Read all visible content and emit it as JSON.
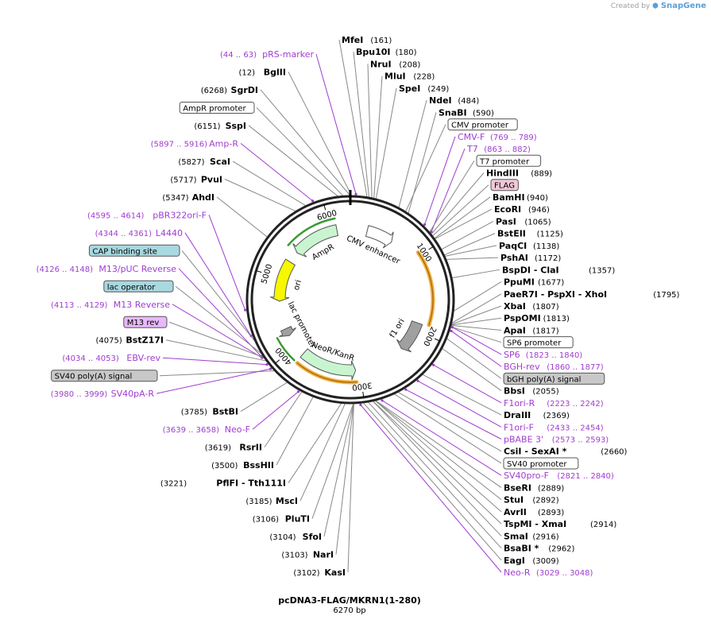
{
  "brand": {
    "created_by": "Created by",
    "name": "SnapGene"
  },
  "plasmid": {
    "name": "pcDNA3-FLAG/MKRN1(1-280)",
    "length_label": "6270 bp",
    "length": 6270
  },
  "colors": {
    "site_line": "#888888",
    "feature_line": "#a03cd0",
    "backbone": "#222222"
  },
  "ticks": [
    {
      "pos": 1000,
      "label": "1000"
    },
    {
      "pos": 2000,
      "label": "2000"
    },
    {
      "pos": 3000,
      "label": "3000"
    },
    {
      "pos": 4000,
      "label": "4000"
    },
    {
      "pos": 5000,
      "label": "5000"
    },
    {
      "pos": 6000,
      "label": "6000"
    }
  ],
  "right_labels": [
    {
      "name": "MfeI",
      "pos": "(161)",
      "bp": 161,
      "kind": "site"
    },
    {
      "name": "Bpu10I",
      "pos": "(180)",
      "bp": 180,
      "kind": "site"
    },
    {
      "name": "NruI",
      "pos": "(208)",
      "bp": 208,
      "kind": "site"
    },
    {
      "name": "MluI",
      "pos": "(228)",
      "bp": 228,
      "kind": "site"
    },
    {
      "name": "SpeI",
      "pos": "(249)",
      "bp": 249,
      "kind": "site"
    },
    {
      "name": "NdeI",
      "pos": "(484)",
      "bp": 484,
      "kind": "site"
    },
    {
      "name": "SnaBI",
      "pos": "(590)",
      "bp": 590,
      "kind": "site"
    },
    {
      "name": "CMV promoter",
      "pos": "",
      "bp": 560,
      "kind": "box"
    },
    {
      "name": "CMV-F",
      "pos": "(769 .. 789)",
      "bp": 779,
      "kind": "feat"
    },
    {
      "name": "T7",
      "pos": "(863 .. 882)",
      "bp": 872,
      "kind": "feat"
    },
    {
      "name": "T7 promoter",
      "pos": "",
      "bp": 863,
      "kind": "box"
    },
    {
      "name": "HindIII",
      "pos": "(889)",
      "bp": 889,
      "kind": "site"
    },
    {
      "name": "FLAG",
      "pos": "",
      "bp": 910,
      "kind": "boxpink"
    },
    {
      "name": "BamHI",
      "pos": "(940)",
      "bp": 940,
      "kind": "site"
    },
    {
      "name": "EcoRI",
      "pos": "(946)",
      "bp": 946,
      "kind": "site"
    },
    {
      "name": "PasI",
      "pos": "(1065)",
      "bp": 1065,
      "kind": "site"
    },
    {
      "name": "BstEII",
      "pos": "(1125)",
      "bp": 1125,
      "kind": "site"
    },
    {
      "name": "PaqCI",
      "pos": "(1138)",
      "bp": 1138,
      "kind": "site"
    },
    {
      "name": "PshAI",
      "pos": "(1172)",
      "bp": 1172,
      "kind": "site"
    },
    {
      "name": "BspDI   -  ClaI",
      "pos": "(1357)",
      "bp": 1357,
      "kind": "site"
    },
    {
      "name": "PpuMI",
      "pos": "(1677)",
      "bp": 1677,
      "kind": "site"
    },
    {
      "name": "PaeR7I   -  PspXI   -  XhoI",
      "pos": "(1795)",
      "bp": 1795,
      "kind": "site"
    },
    {
      "name": "XbaI",
      "pos": "(1807)",
      "bp": 1807,
      "kind": "site"
    },
    {
      "name": "PspOMI",
      "pos": "(1813)",
      "bp": 1813,
      "kind": "site"
    },
    {
      "name": "ApaI",
      "pos": "(1817)",
      "bp": 1817,
      "kind": "site"
    },
    {
      "name": "SP6 promoter",
      "pos": "",
      "bp": 1830,
      "kind": "box"
    },
    {
      "name": "SP6",
      "pos": "(1823 .. 1840)",
      "bp": 1831,
      "kind": "feat"
    },
    {
      "name": "BGH-rev",
      "pos": "(1860 .. 1877)",
      "bp": 1868,
      "kind": "feat"
    },
    {
      "name": "bGH poly(A) signal",
      "pos": "",
      "bp": 1950,
      "kind": "boxgray"
    },
    {
      "name": "BbsI",
      "pos": "(2055)",
      "bp": 2055,
      "kind": "site"
    },
    {
      "name": "F1ori-R",
      "pos": "(2223 .. 2242)",
      "bp": 2232,
      "kind": "feat"
    },
    {
      "name": "DraIII",
      "pos": "(2369)",
      "bp": 2369,
      "kind": "site"
    },
    {
      "name": "F1ori-F",
      "pos": "(2433 .. 2454)",
      "bp": 2443,
      "kind": "feat"
    },
    {
      "name": "pBABE 3'",
      "pos": "(2573 .. 2593)",
      "bp": 2583,
      "kind": "feat"
    },
    {
      "name": "CsiI   -  SexAI *",
      "pos": "(2660)",
      "bp": 2660,
      "kind": "site"
    },
    {
      "name": "SV40 promoter",
      "pos": "",
      "bp": 2700,
      "kind": "box"
    },
    {
      "name": "SV40pro-F",
      "pos": "(2821 .. 2840)",
      "bp": 2830,
      "kind": "feat"
    },
    {
      "name": "BseRI",
      "pos": "(2889)",
      "bp": 2889,
      "kind": "site"
    },
    {
      "name": "StuI",
      "pos": "(2892)",
      "bp": 2892,
      "kind": "site"
    },
    {
      "name": "AvrII",
      "pos": "(2893)",
      "bp": 2893,
      "kind": "site"
    },
    {
      "name": "TspMI   -  XmaI",
      "pos": "(2914)",
      "bp": 2914,
      "kind": "site"
    },
    {
      "name": "SmaI",
      "pos": "(2916)",
      "bp": 2916,
      "kind": "site"
    },
    {
      "name": "BsaBI *",
      "pos": "(2962)",
      "bp": 2962,
      "kind": "site"
    },
    {
      "name": "EagI",
      "pos": "(3009)",
      "bp": 3009,
      "kind": "site"
    },
    {
      "name": "Neo-R",
      "pos": "(3029 .. 3048)",
      "bp": 3038,
      "kind": "feat"
    }
  ],
  "left_labels": [
    {
      "name": "pRS-marker",
      "pos": "(44 .. 63)",
      "bp": 53,
      "kind": "feat"
    },
    {
      "name": "BglII",
      "pos": "(12)",
      "bp": 12,
      "kind": "site"
    },
    {
      "name": "SgrDI",
      "pos": "(6268)",
      "bp": 6268,
      "kind": "site"
    },
    {
      "name": "AmpR promoter",
      "pos": "",
      "bp": 6200,
      "kind": "box"
    },
    {
      "name": "SspI",
      "pos": "(6151)",
      "bp": 6151,
      "kind": "site"
    },
    {
      "name": "Amp-R",
      "pos": "(5897 .. 5916)",
      "bp": 5906,
      "kind": "feat"
    },
    {
      "name": "ScaI",
      "pos": "(5827)",
      "bp": 5827,
      "kind": "site"
    },
    {
      "name": "PvuI",
      "pos": "(5717)",
      "bp": 5717,
      "kind": "site"
    },
    {
      "name": "AhdI",
      "pos": "(5347)",
      "bp": 5347,
      "kind": "site"
    },
    {
      "name": "pBR322ori-F",
      "pos": "(4595 .. 4614)",
      "bp": 4604,
      "kind": "feat"
    },
    {
      "name": "L4440",
      "pos": "(4344 .. 4361)",
      "bp": 4352,
      "kind": "feat"
    },
    {
      "name": "CAP binding site",
      "pos": "",
      "bp": 4290,
      "kind": "boxblue"
    },
    {
      "name": "M13/pUC Reverse",
      "pos": "(4126 .. 4148)",
      "bp": 4137,
      "kind": "feat"
    },
    {
      "name": "lac operator",
      "pos": "",
      "bp": 4160,
      "kind": "boxblue"
    },
    {
      "name": "M13 Reverse",
      "pos": "(4113 .. 4129)",
      "bp": 4121,
      "kind": "feat"
    },
    {
      "name": "M13 rev",
      "pos": "",
      "bp": 4115,
      "kind": "boxpurple"
    },
    {
      "name": "BstZ17I",
      "pos": "(4075)",
      "bp": 4075,
      "kind": "site"
    },
    {
      "name": "EBV-rev",
      "pos": "(4034 .. 4053)",
      "bp": 4043,
      "kind": "feat"
    },
    {
      "name": "SV40 poly(A) signal",
      "pos": "",
      "bp": 3950,
      "kind": "boxgray"
    },
    {
      "name": "SV40pA-R",
      "pos": "(3980 .. 3999)",
      "bp": 3990,
      "kind": "feat"
    },
    {
      "name": "BstBI",
      "pos": "(3785)",
      "bp": 3785,
      "kind": "site"
    },
    {
      "name": "Neo-F",
      "pos": "(3639 .. 3658)",
      "bp": 3648,
      "kind": "feat"
    },
    {
      "name": "RsrII",
      "pos": "(3619)",
      "bp": 3619,
      "kind": "site"
    },
    {
      "name": "BssHII",
      "pos": "(3500)",
      "bp": 3500,
      "kind": "site"
    },
    {
      "name": "PflFI   -  Tth111I",
      "pos": "(3221)",
      "bp": 3221,
      "kind": "site"
    },
    {
      "name": "MscI",
      "pos": "(3185)",
      "bp": 3185,
      "kind": "site"
    },
    {
      "name": "PluTI",
      "pos": "(3106)",
      "bp": 3106,
      "kind": "site"
    },
    {
      "name": "SfoI",
      "pos": "(3104)",
      "bp": 3104,
      "kind": "site"
    },
    {
      "name": "NarI",
      "pos": "(3103)",
      "bp": 3103,
      "kind": "site"
    },
    {
      "name": "KasI",
      "pos": "(3102)",
      "bp": 3102,
      "kind": "site"
    }
  ],
  "features": [
    {
      "label": "CMV enhancer",
      "start": 240,
      "end": 620,
      "color": "#ffffff",
      "stroke": "#555555",
      "dir": 1
    },
    {
      "label": "f1 ori",
      "start": 1900,
      "end": 2330,
      "color": "#a0a0a0",
      "stroke": "#555555",
      "dir": 1
    },
    {
      "label": "NeoR/KanR",
      "start": 3060,
      "end": 3850,
      "color": "#c8f5d0",
      "stroke": "#555555",
      "dir": -1
    },
    {
      "label": "lac promoter",
      "start": 4170,
      "end": 4280,
      "color": "#a0a0a0",
      "stroke": "#555555",
      "dir": -1
    },
    {
      "label": "ori",
      "start": 4680,
      "end": 5260,
      "color": "#f7f700",
      "stroke": "#555555",
      "dir": -1
    },
    {
      "label": "AmpR",
      "start": 5420,
      "end": 6080,
      "color": "#c8f5d0",
      "stroke": "#555555",
      "dir": -1
    }
  ]
}
